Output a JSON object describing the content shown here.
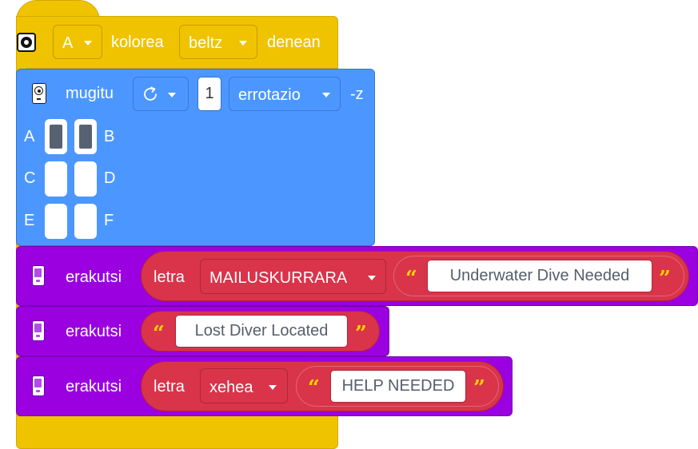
{
  "event_block": {
    "icon": "color-sensor-icon",
    "port": "A",
    "text1": "kolorea",
    "color": "beltz",
    "text2": "denean"
  },
  "motor_block": {
    "icon": "motor-icon",
    "label": "mugitu",
    "direction_icon": "rotate-clockwise-icon",
    "amount": "1",
    "unit": "errotazio",
    "suffix": "-z",
    "ports": [
      {
        "label": "A",
        "selected": true
      },
      {
        "label": "B",
        "selected": true
      },
      {
        "label": "C",
        "selected": false
      },
      {
        "label": "D",
        "selected": false
      },
      {
        "label": "E",
        "selected": false
      },
      {
        "label": "F",
        "selected": false
      }
    ]
  },
  "display_blocks": [
    {
      "icon": "display-icon",
      "label": "erakutsi",
      "letter_label": "letra",
      "case": "MAILUSKURRARA",
      "text": "Underwater Dive Needed"
    },
    {
      "icon": "display-icon",
      "label": "erakutsi",
      "text": "Lost Diver Located"
    },
    {
      "icon": "display-icon",
      "label": "erakutsi",
      "letter_label": "letra",
      "case": "xehea",
      "text": "HELP NEEDED"
    }
  ],
  "colors": {
    "event": "#f0c300",
    "motion": "#4c97ff",
    "display": "#9a00e0",
    "operator": "#d9344a",
    "quote": "#ffd400"
  }
}
